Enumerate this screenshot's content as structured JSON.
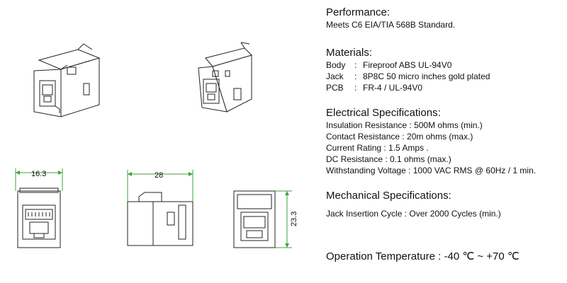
{
  "specs": {
    "performance": {
      "heading": "Performance:",
      "text": "Meets C6 EIA/TIA 568B Standard."
    },
    "materials": {
      "heading": "Materials:",
      "rows": [
        {
          "label": "Body",
          "sep": ":",
          "value": "Fireproof ABS UL-94V0"
        },
        {
          "label": "Jack",
          "sep": ":",
          "value": "8P8C 50 micro inches gold plated"
        },
        {
          "label": "PCB",
          "sep": ":",
          "value": "FR-4 / UL-94V0"
        }
      ]
    },
    "electrical": {
      "heading": "Electrical Specifications:",
      "lines": [
        "Insulation Resistance : 500M ohms (min.)",
        "Contact Resistance : 20m ohms (max.)",
        "Current Rating : 1.5 Amps .",
        "DC Resistance : 0.1 ohms (max.)",
        "Withstanding Voltage : 1000 VAC RMS @ 60Hz / 1 min."
      ]
    },
    "mechanical": {
      "heading": "Mechanical Specifications:",
      "text": "Jack Insertion Cycle : Over 2000 Cycles (min.)"
    },
    "operation": {
      "label": "Operation Temperature :",
      "value": " -40 ℃ ~ +70 ℃"
    }
  },
  "dimensions": {
    "front_width": "16.3",
    "side_length": "28",
    "rear_height": "23.3"
  },
  "colors": {
    "dimension_line": "#3aa63a",
    "outline": "#222222"
  }
}
